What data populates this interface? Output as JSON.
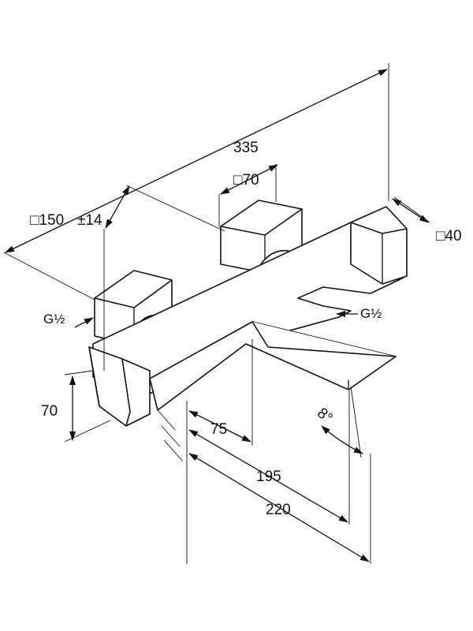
{
  "drawing": {
    "dimensions": {
      "overall_length": "335",
      "eccentric_square": "□150",
      "eccentric_tol": "±14",
      "eccentric_square_70": "□70",
      "handle_square_40": "□40",
      "height_70": "70",
      "projection_75": "75",
      "projection_195": "195",
      "projection_220": "220",
      "angle": "8°"
    },
    "threads": {
      "left": "G½",
      "right": "G½"
    }
  }
}
